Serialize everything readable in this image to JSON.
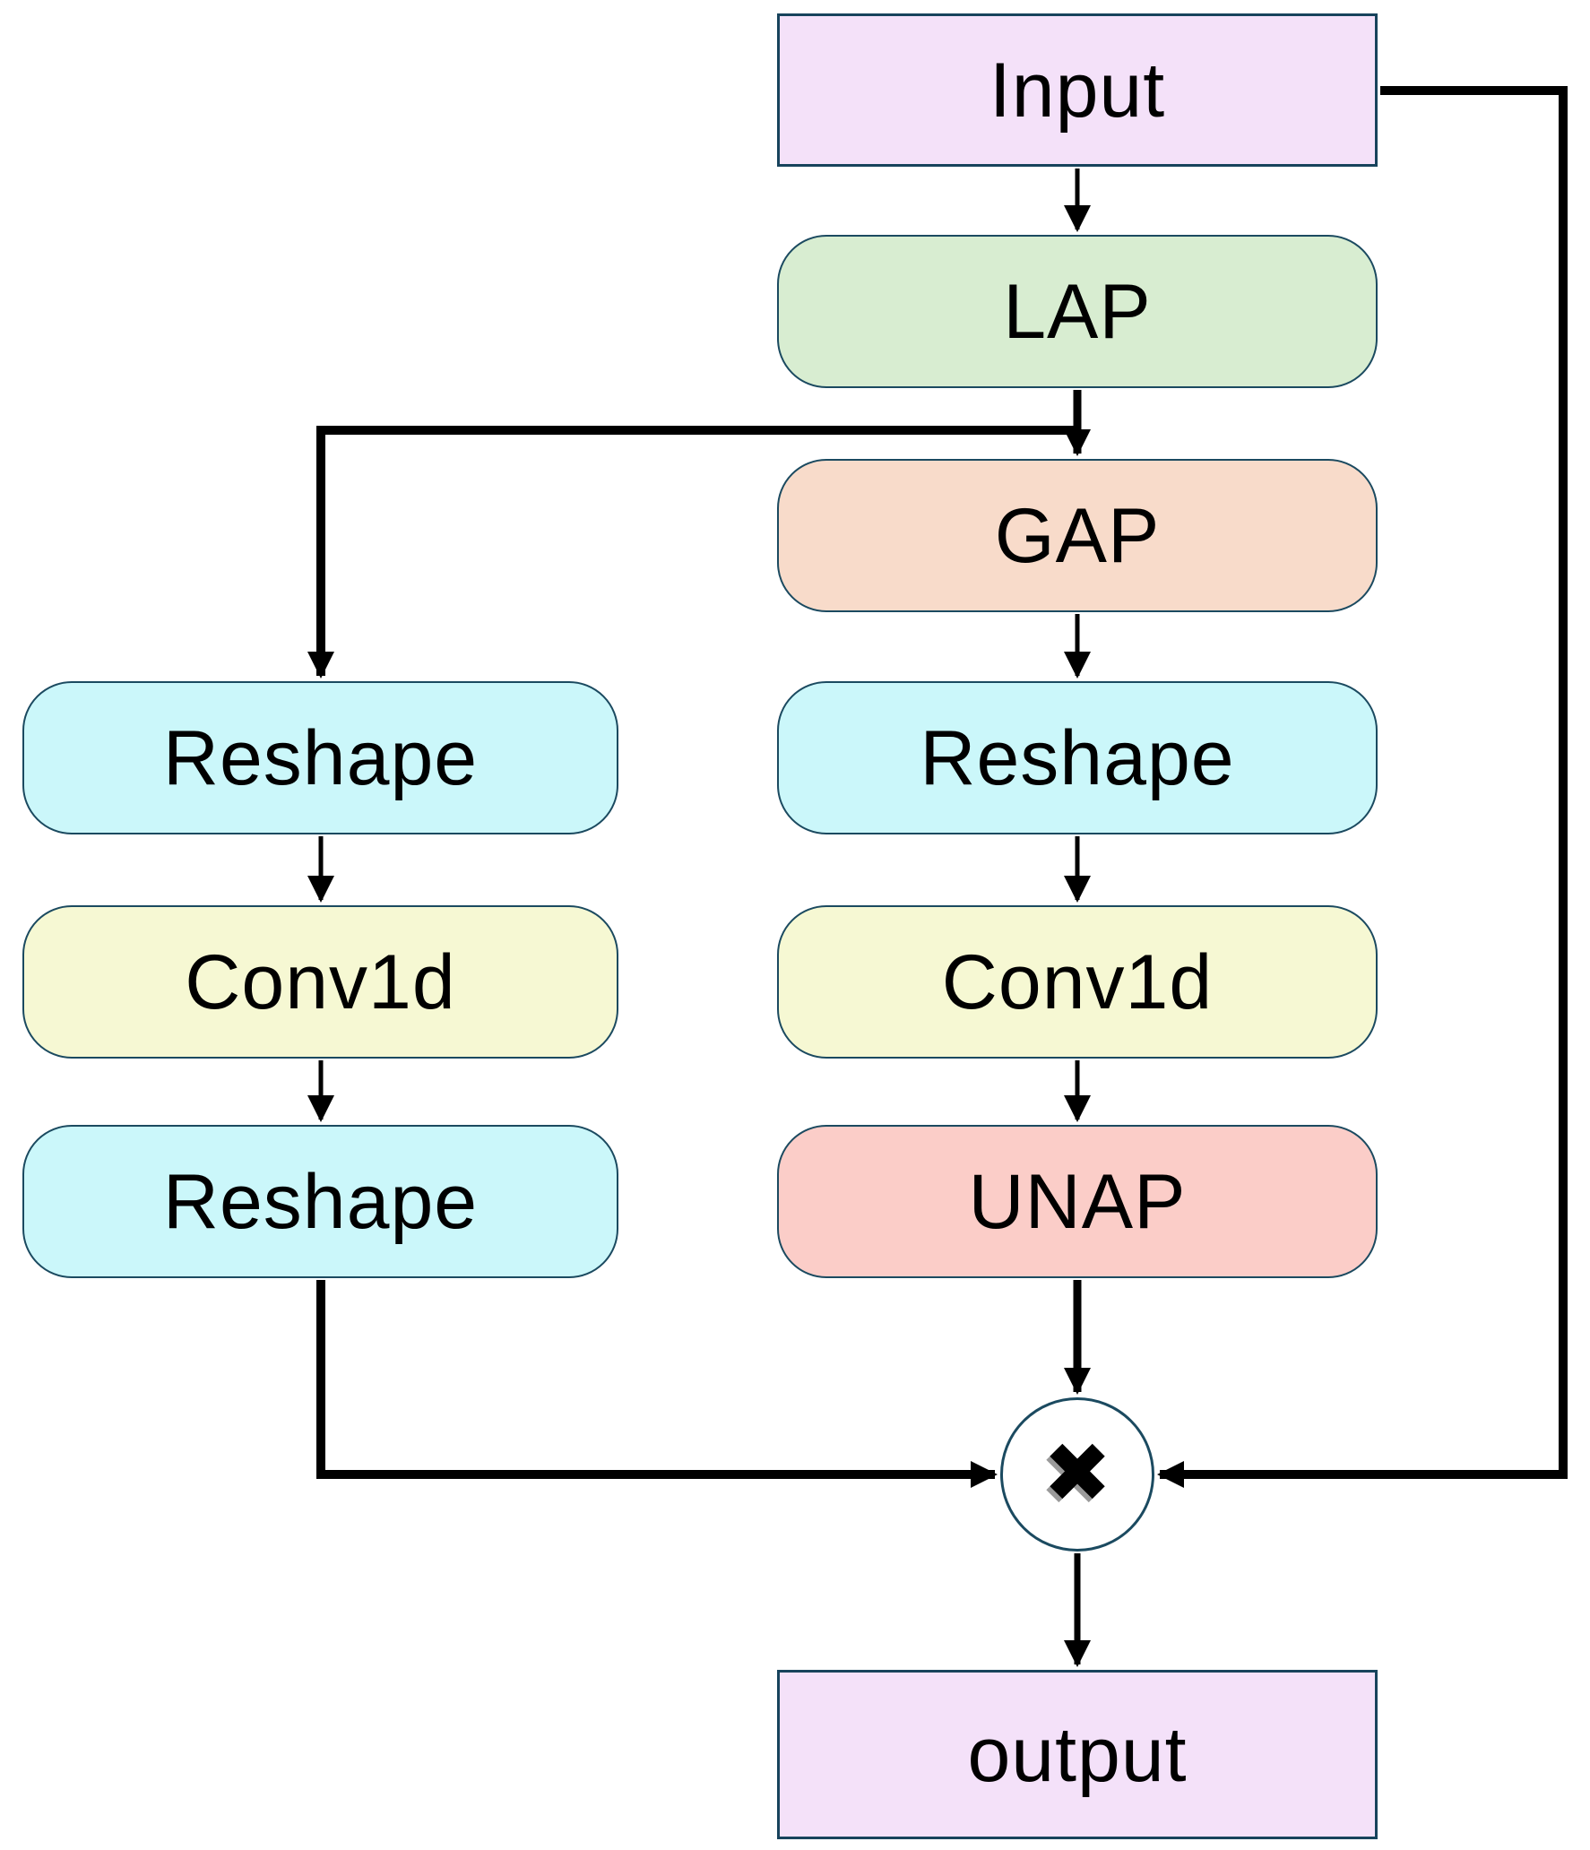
{
  "diagram": {
    "description": "Attention module flowchart with LAP/GAP pooling branches multiplied together",
    "operator": {
      "name": "multiply",
      "symbol": "✖"
    },
    "colors": {
      "background": "#FFFFFF",
      "box_border": "#1B4A60",
      "line": "#000000",
      "io_fill": "#F4E1F9",
      "lap_fill": "#D8EDD1",
      "gap_fill": "#F8DBCA",
      "reshape_fill": "#CBF7FA",
      "conv_fill": "#F6F8D3",
      "unap_fill": "#FBCDC8"
    },
    "nodes": {
      "input": {
        "label": "Input",
        "fill": "#F4E1F9"
      },
      "lap": {
        "label": "LAP",
        "fill": "#D8EDD1"
      },
      "gap": {
        "label": "GAP",
        "fill": "#F8DBCA"
      },
      "reshape_left_top": {
        "label": "Reshape",
        "fill": "#CBF7FA"
      },
      "conv1d_left": {
        "label": "Conv1d",
        "fill": "#F6F8D3"
      },
      "reshape_left_bottom": {
        "label": "Reshape",
        "fill": "#CBF7FA"
      },
      "reshape_right": {
        "label": "Reshape",
        "fill": "#CBF7FA"
      },
      "conv1d_right": {
        "label": "Conv1d",
        "fill": "#F6F8D3"
      },
      "unap": {
        "label": "UNAP",
        "fill": "#FBCDC8"
      },
      "output": {
        "label": "output",
        "fill": "#F4E1F9"
      }
    }
  }
}
